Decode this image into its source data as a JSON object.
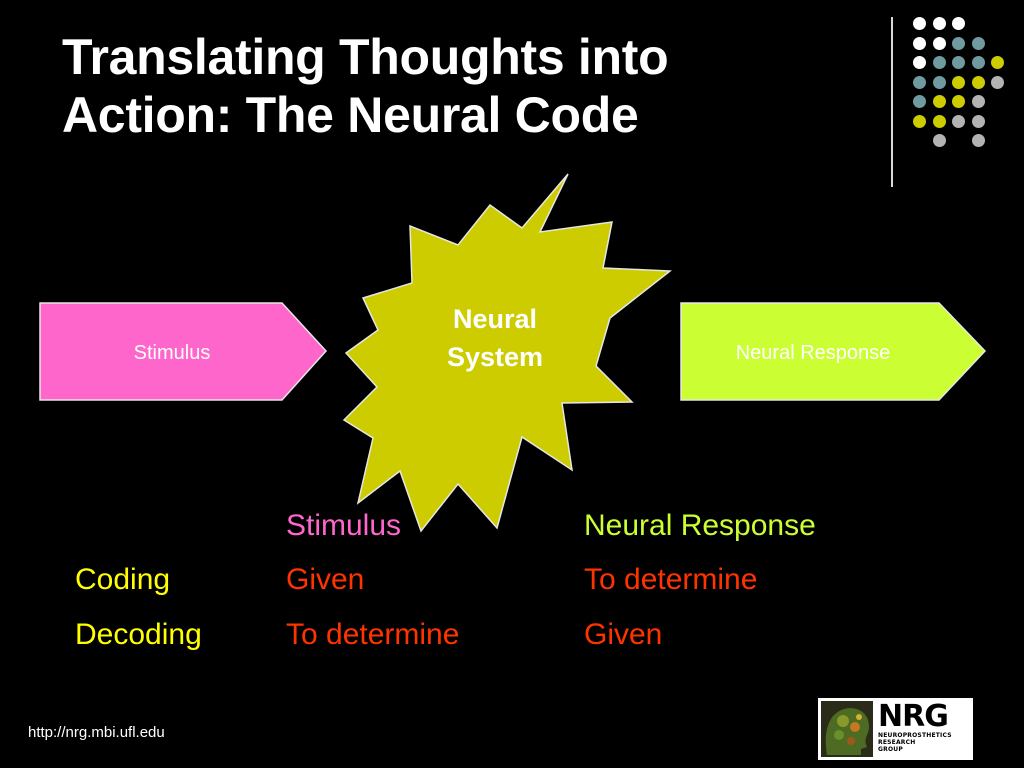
{
  "slide": {
    "title_line1": "Translating Thoughts into",
    "title_line2": "Action: The Neural Code",
    "footer_url": "http://nrg.mbi.ufl.edu"
  },
  "colors": {
    "background": "#000000",
    "stimulus_fill": "#ff66cc",
    "response_fill": "#ccff33",
    "neural_fill": "#cccc00",
    "row_label": "#ffff00",
    "stimulus_header": "#ff66cc",
    "response_header": "#ccff33",
    "cell_value": "#ff3300",
    "dot_white": "#ffffff",
    "dot_teal": "#6f9aa0",
    "dot_yellow": "#cccc00",
    "dot_gray": "#b3b3b3"
  },
  "diagram": {
    "stimulus_box": "Stimulus",
    "neural_system_line1": "Neural",
    "neural_system_line2": "System",
    "response_box": "Neural Response"
  },
  "table": {
    "col_stimulus": "Stimulus",
    "col_response": "Neural Response",
    "rows": [
      {
        "label": "Coding",
        "stimulus": "Given",
        "response": "To determine"
      },
      {
        "label": "Decoding",
        "stimulus": "To determine",
        "response": "Given"
      }
    ]
  },
  "logo": {
    "name": "NRG",
    "sub_line1": "NEUROPROSTHETICS",
    "sub_line2": "RESEARCH",
    "sub_line3": "GROUP",
    "image_icon": "brain-head-photo-icon"
  },
  "decor": {
    "dot_grid": [
      [
        "white",
        "white",
        "white",
        "",
        ""
      ],
      [
        "white",
        "white",
        "teal",
        "teal",
        ""
      ],
      [
        "white",
        "teal",
        "teal",
        "teal",
        "yellow"
      ],
      [
        "teal",
        "teal",
        "yellow",
        "yellow",
        "gray"
      ],
      [
        "teal",
        "yellow",
        "yellow",
        "gray",
        ""
      ],
      [
        "yellow",
        "yellow",
        "gray",
        "gray",
        ""
      ],
      [
        "",
        "gray",
        "",
        "gray",
        ""
      ]
    ]
  }
}
